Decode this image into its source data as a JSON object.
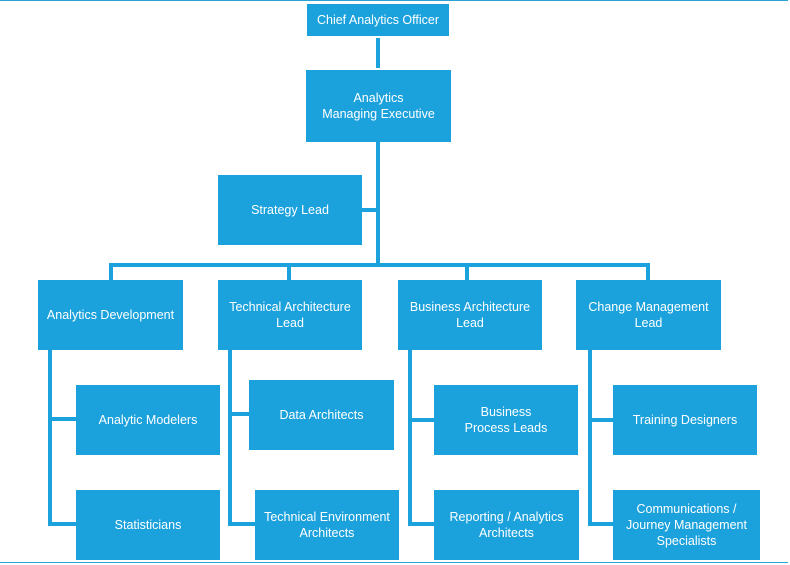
{
  "nodes": {
    "cao": [
      "Chief Analytics Officer"
    ],
    "ame": [
      "Analytics",
      "Managing Executive"
    ],
    "strategy": [
      "Strategy Lead"
    ],
    "dev": [
      "Analytics Development"
    ],
    "tech": [
      "Technical Architecture",
      "Lead"
    ],
    "biz": [
      "Business Architecture",
      "Lead"
    ],
    "change": [
      "Change Management",
      "Lead"
    ],
    "modelers": [
      "Analytic Modelers"
    ],
    "stats": [
      "Statisticians"
    ],
    "data_arch": [
      "Data Architects"
    ],
    "tech_env": [
      "Technical Environment",
      "Architects"
    ],
    "process": [
      "Business",
      "Process Leads"
    ],
    "reporting": [
      "Reporting / Analytics",
      "Architects"
    ],
    "training": [
      "Training Designers"
    ],
    "comms": [
      "Communications /",
      "Journey Management",
      "Specialists"
    ]
  },
  "colors": {
    "box": "#1ba1dc",
    "line": "#1ba1dc",
    "text": "#ffffff"
  }
}
